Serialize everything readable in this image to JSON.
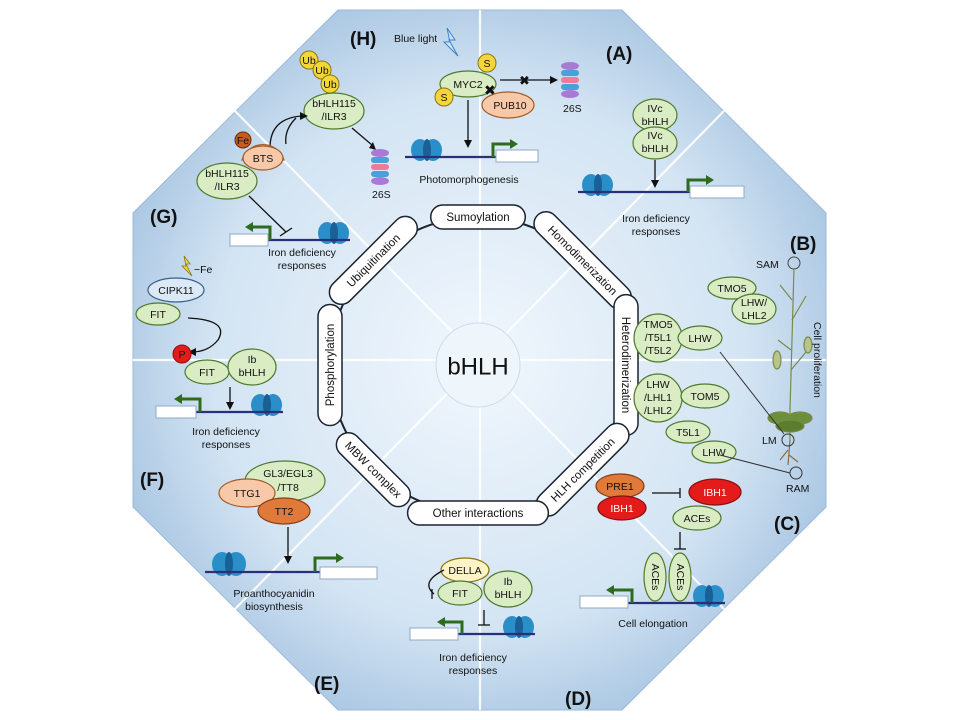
{
  "center": "bHLH",
  "ring": [
    "Sumoylation",
    "Homodimerization",
    "Heterodimerization",
    "HLH competition",
    "Other interactions",
    "MBW complex",
    "Phosphorylation",
    "Ubiquitination"
  ],
  "letters": {
    "A": "(A)",
    "B": "(B)",
    "C": "(C)",
    "D": "(D)",
    "E": "(E)",
    "F": "(F)",
    "G": "(G)",
    "H": "(H)"
  },
  "panelH": {
    "light": "Blue light",
    "myc2": "MYC2",
    "s": "S",
    "pub10": "PUB10",
    "proteasome": "26S",
    "caption": "Photomorphogenesis"
  },
  "panelA": {
    "p1a": "IVc",
    "p1b": "bHLH",
    "p2a": "IVc",
    "p2b": "bHLH",
    "cap1": "Iron deficiency",
    "cap2": "responses"
  },
  "panelB": {
    "sam": "SAM",
    "tmo5": "TMO5",
    "lhw_l1": "LHW/",
    "lhw_l2": "LHL2",
    "t1": "TMO5",
    "t2": "/T5L1",
    "t3": "/T5L2",
    "lhw": "LHW",
    "u1": "LHW",
    "u2": "/LHL1",
    "u3": "/LHL2",
    "tom5": "TOM5",
    "t5l1": "T5L1",
    "lhw2": "LHW",
    "prolif": "Cell proliferation",
    "lm": "LM",
    "ram": "RAM"
  },
  "panelC": {
    "pre1": "PRE1",
    "ibh1a": "IBH1",
    "ibh1b": "IBH1",
    "aces": "ACEs",
    "aces2": "ACEs",
    "aces3": "ACEs",
    "caption": "Cell elongation"
  },
  "panelD": {
    "della": "DELLA",
    "fit": "FIT",
    "ib": "Ib",
    "bhlh": "bHLH",
    "cap1": "Iron deficiency",
    "cap2": "responses"
  },
  "panelE": {
    "gl3a": "GL3/EGL3",
    "gl3b": "/TT8",
    "ttg1": "TTG1",
    "tt2": "TT2",
    "cap1": "Proanthocyanidin",
    "cap2": "biosynthesis"
  },
  "panelF": {
    "fe": "−Fe",
    "cipk11": "CIPK11",
    "fit": "FIT",
    "p": "P",
    "fit2": "FIT",
    "ib": "Ib",
    "bhlh": "bHLH",
    "cap1": "Iron deficiency",
    "cap2": "responses"
  },
  "panelG": {
    "ub": "Ub",
    "bhlh115a": "bHLH115",
    "ilr3a": "/ILR3",
    "fe": "Fe",
    "bts": "BTS",
    "bhlh115b": "bHLH115",
    "ilr3b": "/ILR3",
    "proteasome": "26S",
    "cap1": "Iron deficiency",
    "cap2": "responses"
  },
  "colors": {
    "octagon_light": "#e9f2fb",
    "octagon_dark": "#a9c6e2",
    "protein_green": "#d9ecc4",
    "ibh1_red": "#e31b1b",
    "tt2_orange": "#e07a3a",
    "s_yellow": "#f4d63a",
    "dna_blue": "#2b2f7a",
    "tss_green": "#2f6b1e"
  }
}
